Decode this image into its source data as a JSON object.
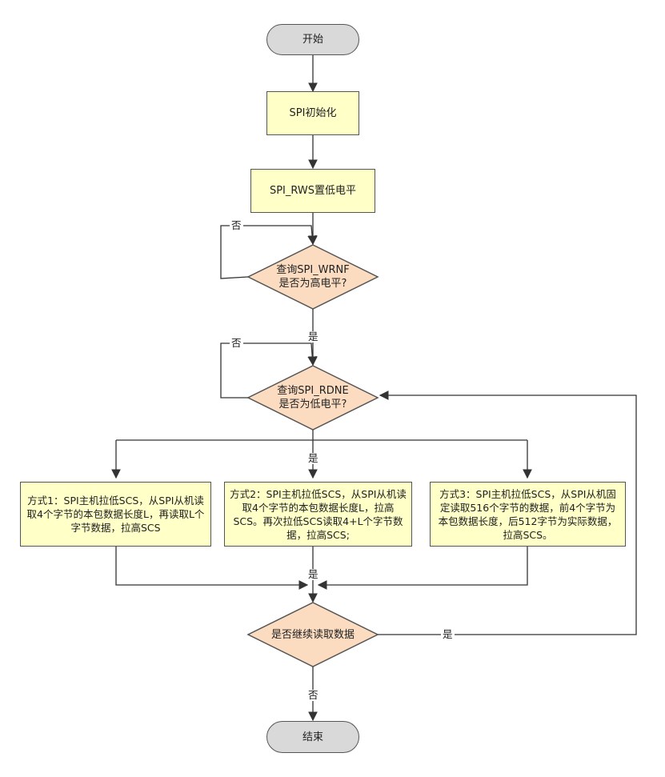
{
  "nodes": {
    "start": "开始",
    "spi_init": "SPI初始化",
    "rws_low": "SPI_RWS置低电平",
    "query_wrnf": "查询SPI_WRNF\n是否为高电平?",
    "query_rdne": "查询SPI_RDNE\n是否为低电平?",
    "method1": "方式1：SPI主机拉低SCS，从SPI从机读取4个字节的本包数据长度L，再读取L个字节数据，拉高SCS",
    "method2": "方式2：SPI主机拉低SCS，从SPI从机读取4个字节的本包数据长度L，拉高SCS。再次拉低SCS读取4+L个字节数据，拉高SCS;",
    "method3": "方式3：SPI主机拉低SCS，从SPI从机固定读取516个字节的数据，前4个字节为本包数据长度，后512字节为实际数据，拉高SCS。",
    "continue_read": "是否继续读取数据",
    "end": "结束"
  },
  "edge_labels": {
    "wrnf_no": "否",
    "wrnf_yes": "是",
    "rdne_no": "否",
    "rdne_yes": "是",
    "merge_yes": "是",
    "continue_yes": "是",
    "continue_no": "否"
  },
  "colors": {
    "terminal_fill": "#d9d9d9",
    "process_fill": "#ffffc8",
    "decision_fill": "#fbdcc1",
    "stroke": "#555555"
  }
}
